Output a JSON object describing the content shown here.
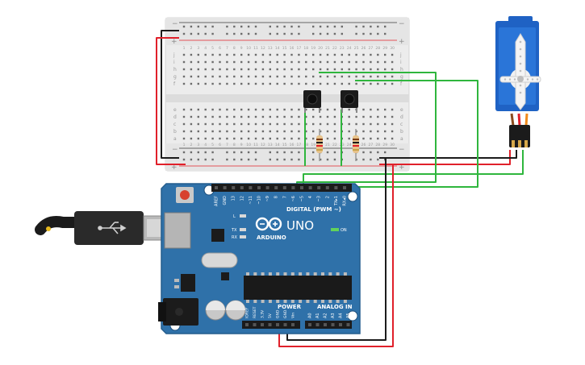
{
  "colors": {
    "board": "#2f71a9",
    "breadboard": "#ececec",
    "wire_red": "#e0202a",
    "wire_black": "#1c1c1c",
    "wire_green": "#2fb63d",
    "servo": "#1f62c4",
    "background": "#ffffff"
  },
  "breadboard": {
    "rail_minus": "−",
    "rail_plus": "+",
    "rows_top": [
      "j",
      "i",
      "h",
      "g",
      "f"
    ],
    "rows_bottom": [
      "e",
      "d",
      "c",
      "b",
      "a"
    ],
    "columns": [
      "1",
      "2",
      "3",
      "4",
      "5",
      "6",
      "7",
      "8",
      "9",
      "10",
      "11",
      "12",
      "13",
      "14",
      "15",
      "16",
      "17",
      "18",
      "19",
      "20",
      "21",
      "22",
      "23",
      "24",
      "25",
      "26",
      "27",
      "28",
      "29",
      "30"
    ]
  },
  "arduino": {
    "brand": "ARDUINO",
    "model": "UNO",
    "digital_label": "DIGITAL (PWM ~)",
    "power_label": "POWER",
    "analog_label": "ANALOG IN",
    "on_label": "ON",
    "header_top": [
      "AREF",
      "GND",
      "13",
      "12",
      "~11",
      "~10",
      "~9",
      "8",
      "7",
      "~6",
      "~5",
      "4",
      "~3",
      "2",
      "TX▸1",
      "RX◂0"
    ],
    "header_power": [
      "IOREF",
      "RESET",
      "3.3V",
      "5V",
      "GND",
      "GND",
      "Vin"
    ],
    "header_analog": [
      "A0",
      "A1",
      "A2",
      "A3",
      "A4",
      "A5"
    ],
    "led_l": "L",
    "led_tx": "TX",
    "led_rx": "RX"
  },
  "icons": {
    "usb": "usb-icon",
    "power_plug": "plug-icon"
  }
}
